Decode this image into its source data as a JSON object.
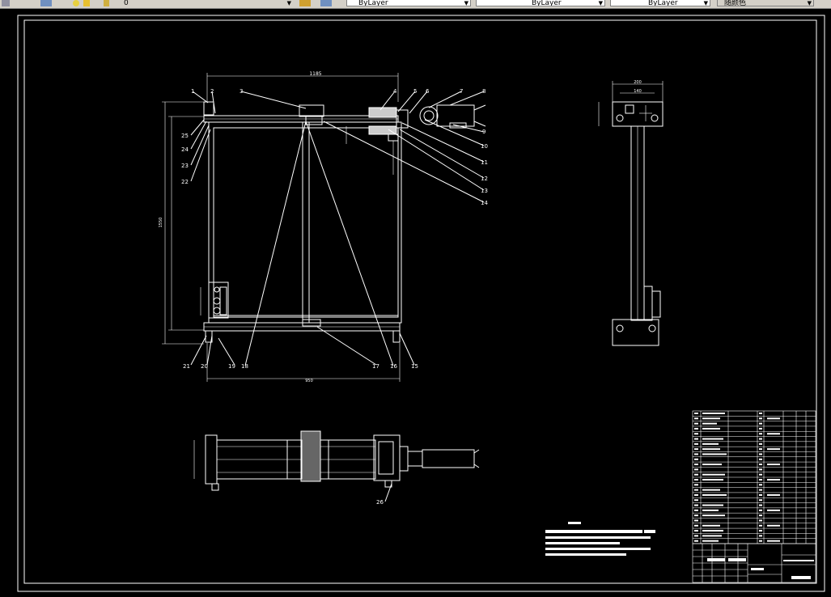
{
  "toolbar": {
    "layer_value": "0",
    "color_value": "ByLayer",
    "linetype_value": "ByLayer",
    "lineweight_value": "ByLayer",
    "plotstyle_value": "随颜色"
  },
  "colors": {
    "toolbar_bg": "#d4d0c8",
    "canvas_bg": "#000000",
    "line": "#ffffff"
  },
  "drawing": {
    "front_view": {
      "dim_width_top": "1185",
      "dim_width_bottom": "950",
      "dim_height": "1550",
      "callouts": [
        "1",
        "2",
        "3",
        "4",
        "5",
        "6",
        "7",
        "8",
        "9",
        "10",
        "11",
        "12",
        "13",
        "14",
        "15",
        "16",
        "17",
        "18",
        "19",
        "20",
        "21",
        "22",
        "23",
        "24",
        "25"
      ]
    },
    "side_view": {
      "dim_top": "200",
      "dim_inner": "140"
    },
    "bottom_view": {
      "callout": "26"
    }
  }
}
